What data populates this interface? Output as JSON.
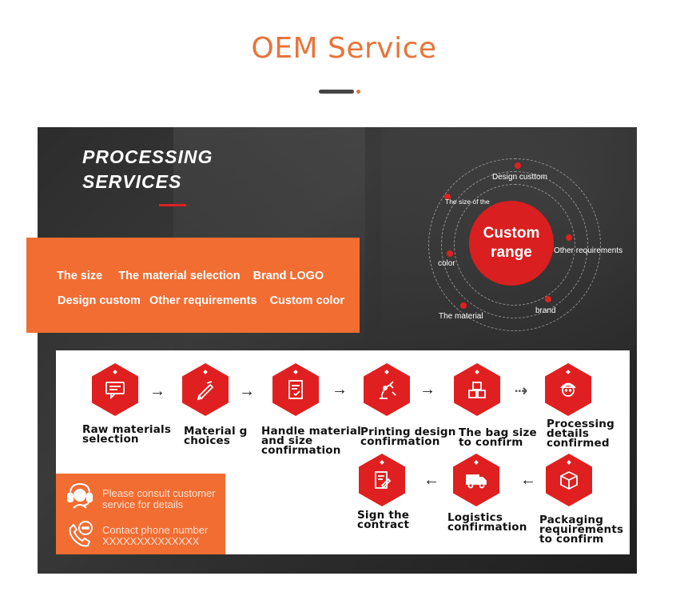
{
  "header": {
    "title": "OEM Service"
  },
  "banner": {
    "title_line1": "PROCESSING",
    "title_line2": "SERVICES",
    "options_row1": [
      "The size",
      "The material selection",
      "Brand LOGO"
    ],
    "options_row2": [
      "Design custom",
      "Other requirements",
      "Custom color"
    ]
  },
  "custom_range": {
    "core": "Custom range",
    "labels": {
      "design": "Design custtom",
      "size": "The size of the",
      "other": "Other requirements",
      "color": "color",
      "brand": "brand",
      "material": "The material"
    }
  },
  "process": {
    "steps": [
      {
        "label": "Raw materials\nselection",
        "icon": "chat-icon"
      },
      {
        "label": "Material g\nchoices",
        "icon": "pencil-icon"
      },
      {
        "label": "Handle material\nand size\nconfirmation",
        "icon": "document-icon"
      },
      {
        "label": "Printing design\nconfirmation",
        "icon": "robot-arm-icon"
      },
      {
        "label": "The bag size\nto confirm",
        "icon": "boxes-icon"
      },
      {
        "label": "Processing\ndetails\nconfirmed",
        "icon": "worker-icon"
      },
      {
        "label": "Packaging\nrequirements\nto confirm",
        "icon": "package-icon"
      },
      {
        "label": "Logistics\nconfirmation",
        "icon": "truck-icon"
      },
      {
        "label": "Sign the\ncontract",
        "icon": "contract-icon"
      }
    ]
  },
  "contact": {
    "consult_line1": "Please consult customer",
    "consult_line2": "service for details",
    "phone_line1": "Contact phone number",
    "phone_line2": "XXXXXXXXXXXXXX"
  },
  "colors": {
    "accent_orange": "#f26d32",
    "accent_red": "#e02020",
    "title_orange": "#e8743b"
  }
}
